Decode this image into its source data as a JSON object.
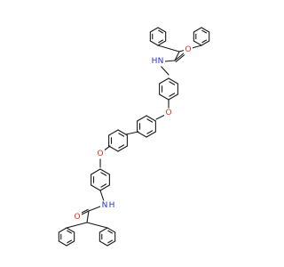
{
  "molecule": {
    "atom_labels": [
      {
        "id": "O-top",
        "text": "O",
        "color": "#e03020"
      },
      {
        "id": "N-top",
        "text": "N",
        "color": "#2030e0"
      },
      {
        "id": "H-top",
        "text": "H",
        "color": "#2030e0"
      },
      {
        "id": "O-ether-1",
        "text": "O",
        "color": "#e03020"
      },
      {
        "id": "O-ether-2",
        "text": "O",
        "color": "#e03020"
      },
      {
        "id": "N-bottom",
        "text": "N",
        "color": "#2030e0"
      },
      {
        "id": "H-bottom",
        "text": "H",
        "color": "#2030e0"
      },
      {
        "id": "O-bottom",
        "text": "O",
        "color": "#e03020"
      }
    ],
    "bond_color": "#1a1a1a"
  }
}
